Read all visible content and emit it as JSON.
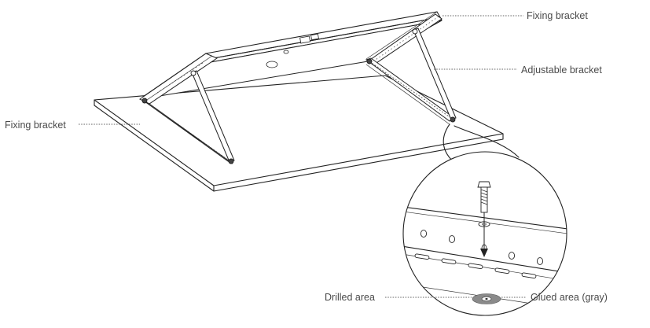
{
  "labels": {
    "fixing_bracket_top": "Fixing bracket",
    "adjustable_bracket": "Adjustable bracket",
    "fixing_bracket_left": "Fixing bracket",
    "drilled_area": "Drilled area",
    "glued_area": "Glued area (gray)"
  },
  "colors": {
    "line": "#222222",
    "glue_gray": "#8a8a8a",
    "label_text": "#4a4a4a"
  }
}
